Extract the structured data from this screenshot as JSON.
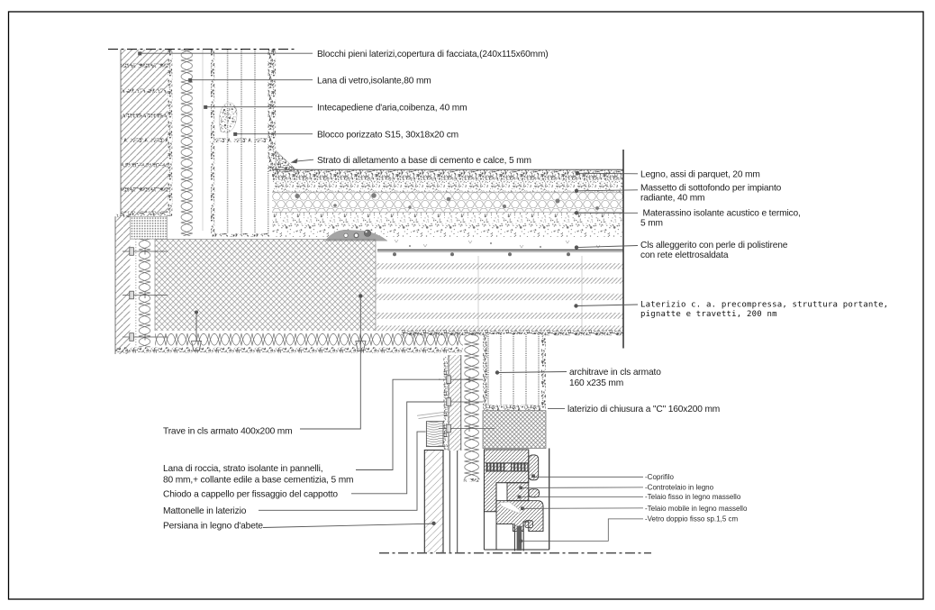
{
  "drawing": {
    "type": "architectural construction detail section, wall-floor-window junction",
    "annotations": {
      "wall_top": [
        "Blocchi pieni laterizi,copertura di facciata,(240x115x60mm)",
        "Lana di vetro,isolante,80 mm",
        "Intecapediene d'aria,coibenza, 40 mm",
        "Blocco porizzato S15, 30x18x20 cm",
        "Strato di alletamento a base di cemento e calce, 5 mm"
      ],
      "floor_right": [
        {
          "l1": "Legno, assi di parquet, 20 mm",
          "l2": ""
        },
        {
          "l1": "Massetto di sottofondo per impianto",
          "l2": "radiante, 40 mm"
        },
        {
          "l1": "Materassino isolante acustico e termico,",
          "l2": "5 mm"
        },
        {
          "l1": "Cls alleggerito con perle di polistirene",
          "l2": "con rete elettrosaldata"
        },
        {
          "l1": "Laterizio c. a. precompressa, struttura portante,",
          "l2": "pignatte e travetti, 200 nm"
        }
      ],
      "lintel": [
        {
          "l1": "architrave in cls armato",
          "l2": "160 x235 mm"
        },
        {
          "l1": "laterizio di chiusura a \"C\" 160x200 mm",
          "l2": ""
        }
      ],
      "wall_bottom_left": [
        {
          "l1": "Trave in cls armato 400x200 mm",
          "l2": ""
        },
        {
          "l1": "Lana di roccia, strato isolante in pannelli,",
          "l2": "80 mm,+ collante edile a base cementizia, 5 mm"
        },
        {
          "l1": "Chiodo a cappello per fissaggio del cappotto",
          "l2": ""
        },
        {
          "l1": "Mattonelle in laterizio",
          "l2": ""
        },
        {
          "l1": "Persiana in legno d'abete",
          "l2": ""
        }
      ],
      "window_frame": [
        "-Coprifilo",
        "-Controtelaio in legno",
        "-Telaio fisso in legno massello",
        "-Telaio mobile in legno massello",
        "-Vetro doppio fisso sp.1,5 cm"
      ]
    },
    "colors": {
      "ink": "#1c1c1c",
      "line": "#555555",
      "hatch": "#7d7d7d",
      "speckle": "#808080",
      "fill_gray": "#a9a9a9",
      "background": "#ffffff"
    }
  }
}
